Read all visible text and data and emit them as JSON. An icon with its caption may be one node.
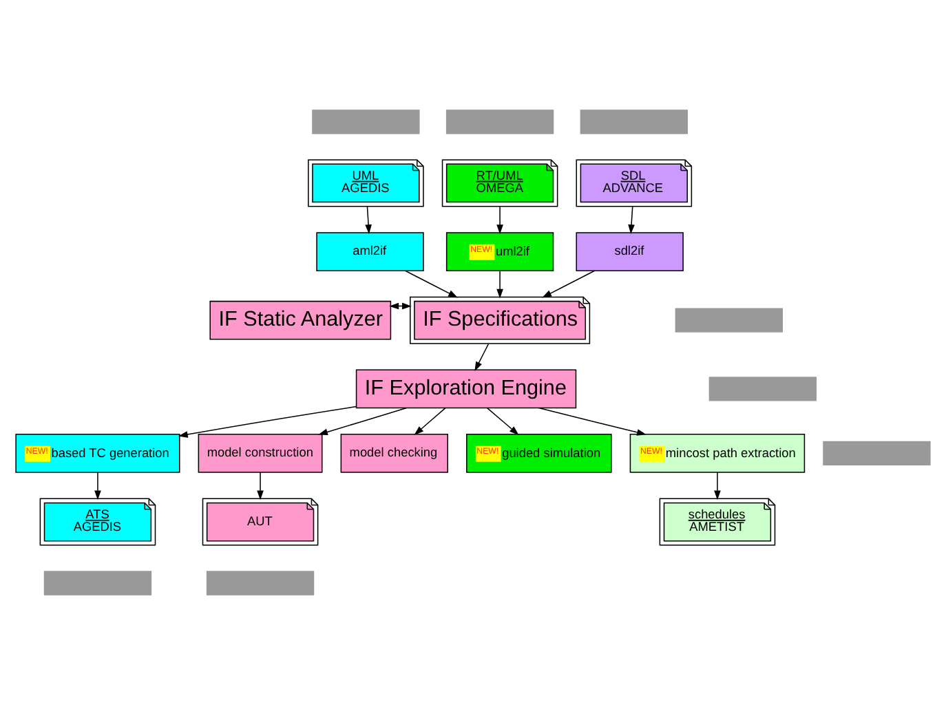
{
  "diagram": {
    "nodes": [
      {
        "text": [],
        "shape": "box"
      },
      {
        "text": [],
        "shape": "box"
      },
      {
        "text": [],
        "shape": "box"
      },
      {
        "text": [
          "UML",
          "AGEDIS"
        ]
      },
      {
        "text": [
          "RT/UML",
          "OMEGA"
        ]
      },
      {
        "text": [
          "SDL",
          "ADVANCE"
        ]
      },
      {
        "text": [
          "aml2if"
        ]
      },
      {
        "text": [
          "NEW!",
          "uml2if"
        ]
      },
      {
        "text": [
          "sdl2if"
        ]
      },
      {
        "text": [
          "IF Static Analyzer"
        ]
      },
      {
        "text": [
          "IF Specifications"
        ]
      },
      {
        "text": [],
        "shape": "box"
      },
      {
        "text": [],
        "shape": "box"
      },
      {
        "text": [],
        "shape": "box"
      },
      {
        "text": [
          "IF Exploration Engine"
        ]
      },
      {
        "text": [
          "NEW!",
          "based TC generation"
        ]
      },
      {
        "text": [
          "model construction"
        ]
      },
      {
        "text": [
          "model checking"
        ]
      },
      {
        "text": [
          "NEW!",
          "guided simulation"
        ]
      },
      {
        "text": [
          "NEW!",
          "mincost path extraction"
        ]
      },
      {
        "text": [
          "ATS",
          "AGEDIS"
        ]
      },
      {
        "text": [
          "AUT"
        ]
      },
      {
        "text": [
          "schedules",
          "AMETIST"
        ]
      },
      {
        "text": [],
        "shape": "box"
      },
      {
        "text": [],
        "shape": "box"
      }
    ],
    "edges": [
      {
        "from": 3,
        "to": 6,
        "arrow": "to"
      },
      {
        "from": 4,
        "to": 7,
        "arrow": "to"
      },
      {
        "from": 5,
        "to": 8,
        "arrow": "to"
      },
      {
        "from": 6,
        "to": 10,
        "arrow": "to"
      },
      {
        "from": 7,
        "to": 10,
        "arrow": "to"
      },
      {
        "from": 8,
        "to": 10,
        "arrow": "to"
      },
      {
        "from": 9,
        "to": 10,
        "arrow": "both"
      },
      {
        "from": 10,
        "to": 14,
        "arrow": "to"
      },
      {
        "from": 14,
        "to": 15,
        "arrow": "to"
      },
      {
        "from": 14,
        "to": 16,
        "arrow": "to"
      },
      {
        "from": 14,
        "to": 17,
        "arrow": "to"
      },
      {
        "from": 14,
        "to": 18,
        "arrow": "to"
      },
      {
        "from": 14,
        "to": 19,
        "arrow": "to"
      },
      {
        "from": 15,
        "to": 20,
        "arrow": "to"
      },
      {
        "from": 16,
        "to": 21,
        "arrow": "to"
      },
      {
        "from": 19,
        "to": 22,
        "arrow": "to"
      }
    ]
  }
}
